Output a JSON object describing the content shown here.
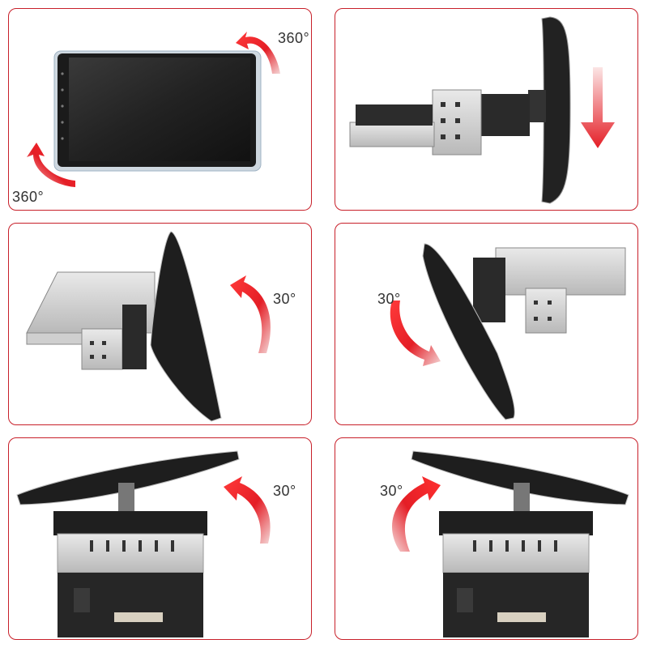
{
  "colors": {
    "border": "#c8202a",
    "arrow": "#e41e26"
  },
  "panels": [
    {
      "labels": [
        "360°",
        "360°"
      ]
    },
    {
      "labels": []
    },
    {
      "labels": [
        "30°"
      ]
    },
    {
      "labels": [
        "30°"
      ]
    },
    {
      "labels": [
        "30°"
      ]
    },
    {
      "labels": [
        "30°"
      ]
    }
  ]
}
